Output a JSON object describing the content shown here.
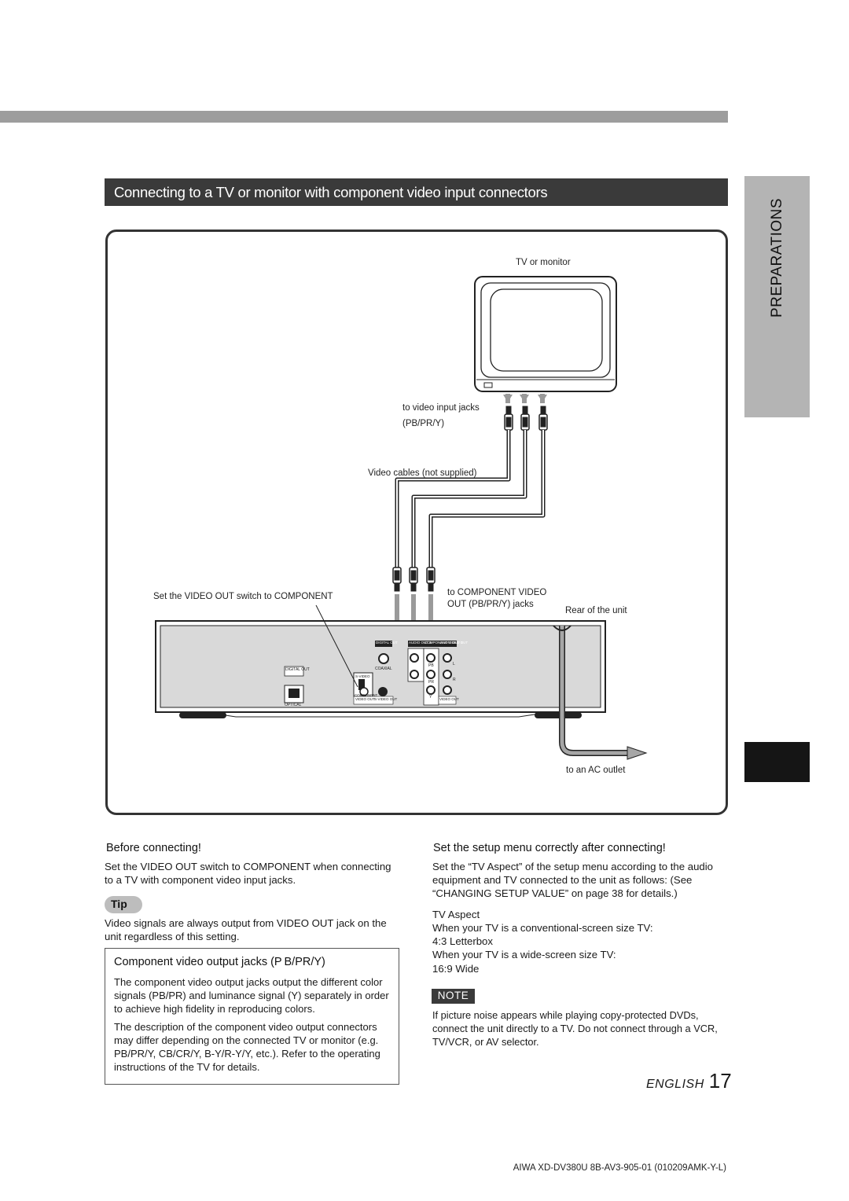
{
  "header": {
    "section_title": "Connecting to a TV or monitor with component video input connectors"
  },
  "side_tab": {
    "label": "PREPARATIONS"
  },
  "diagram": {
    "tv_label": "TV or monitor",
    "input_jacks_label_1": "to video input jacks",
    "input_jacks_label_2": "(PB/PR/Y)",
    "cables_label": "Video cables (not supplied)",
    "switch_label": "Set the VIDEO OUT switch to COMPONENT",
    "output_label_1": "to COMPONENT VIDEO",
    "output_label_2": "OUT (PB/PR/Y) jacks",
    "rear_label": "Rear of the unit",
    "ac_label": "to an AC outlet",
    "panel": {
      "digital_out": "DIGITAL OUT",
      "optical": "OPTICAL",
      "coaxial": "COAXIAL",
      "digital_out_2": "DIGITAL OUT",
      "s_video": "S-VIDEO",
      "component": "COMPONENT",
      "video_out": "VIDEO OUT",
      "s_video_out": "S-VIDEO OUT",
      "audio_out_2": "AUDIO OUT 2",
      "component_video_out": "COMPONENT VIDEO OUT",
      "audio_out_1": "AUDIO OUT 1",
      "video_out_2": "VIDEO OUT",
      "pb": "PB",
      "pr": "PR",
      "y": "Y",
      "l": "L",
      "r": "R"
    }
  },
  "left": {
    "before_heading": "Before connecting!",
    "before_text": "Set the VIDEO OUT switch to COMPONENT when connecting to a TV with component video input jacks.",
    "tip_label": "Tip",
    "tip_text": "Video signals are always output from VIDEO OUT jack on the unit regardless of this setting.",
    "box_heading": "Component video output jacks (P B/PR/Y)",
    "box_text_1": "The component video output jacks output the different color signals (PB/PR) and luminance signal (Y) separately in order to achieve high fidelity in reproducing colors.",
    "box_text_2": "The description of the component video output connectors may differ depending on the connected TV or monitor (e.g. PB/PR/Y, CB/CR/Y, B-Y/R-Y/Y, etc.). Refer to the operating instructions of the TV for details."
  },
  "right": {
    "setup_heading": "Set the setup menu correctly after connecting!",
    "setup_text": "Set the “TV Aspect” of the setup menu according to the audio equipment and TV connected to the unit as follows: (See “CHANGING SETUP VALUE” on page 38 for details.)",
    "tv_aspect": "TV Aspect",
    "conv_tv": "When your TV is a conventional-screen size TV:",
    "letterbox": "4:3 Letterbox",
    "wide_tv": "When your TV is a wide-screen size TV:",
    "wide": "16:9 Wide",
    "note_label": "NOTE",
    "note_text": "If picture noise appears while playing copy-protected DVDs, connect the unit directly to a TV. Do not connect through a VCR, TV/VCR, or AV selector."
  },
  "footer": {
    "language": "ENGLISH",
    "page_number": "17",
    "model": "AIWA XD-DV380U 8B-AV3-905-01 (010209AMK-Y-L)"
  }
}
